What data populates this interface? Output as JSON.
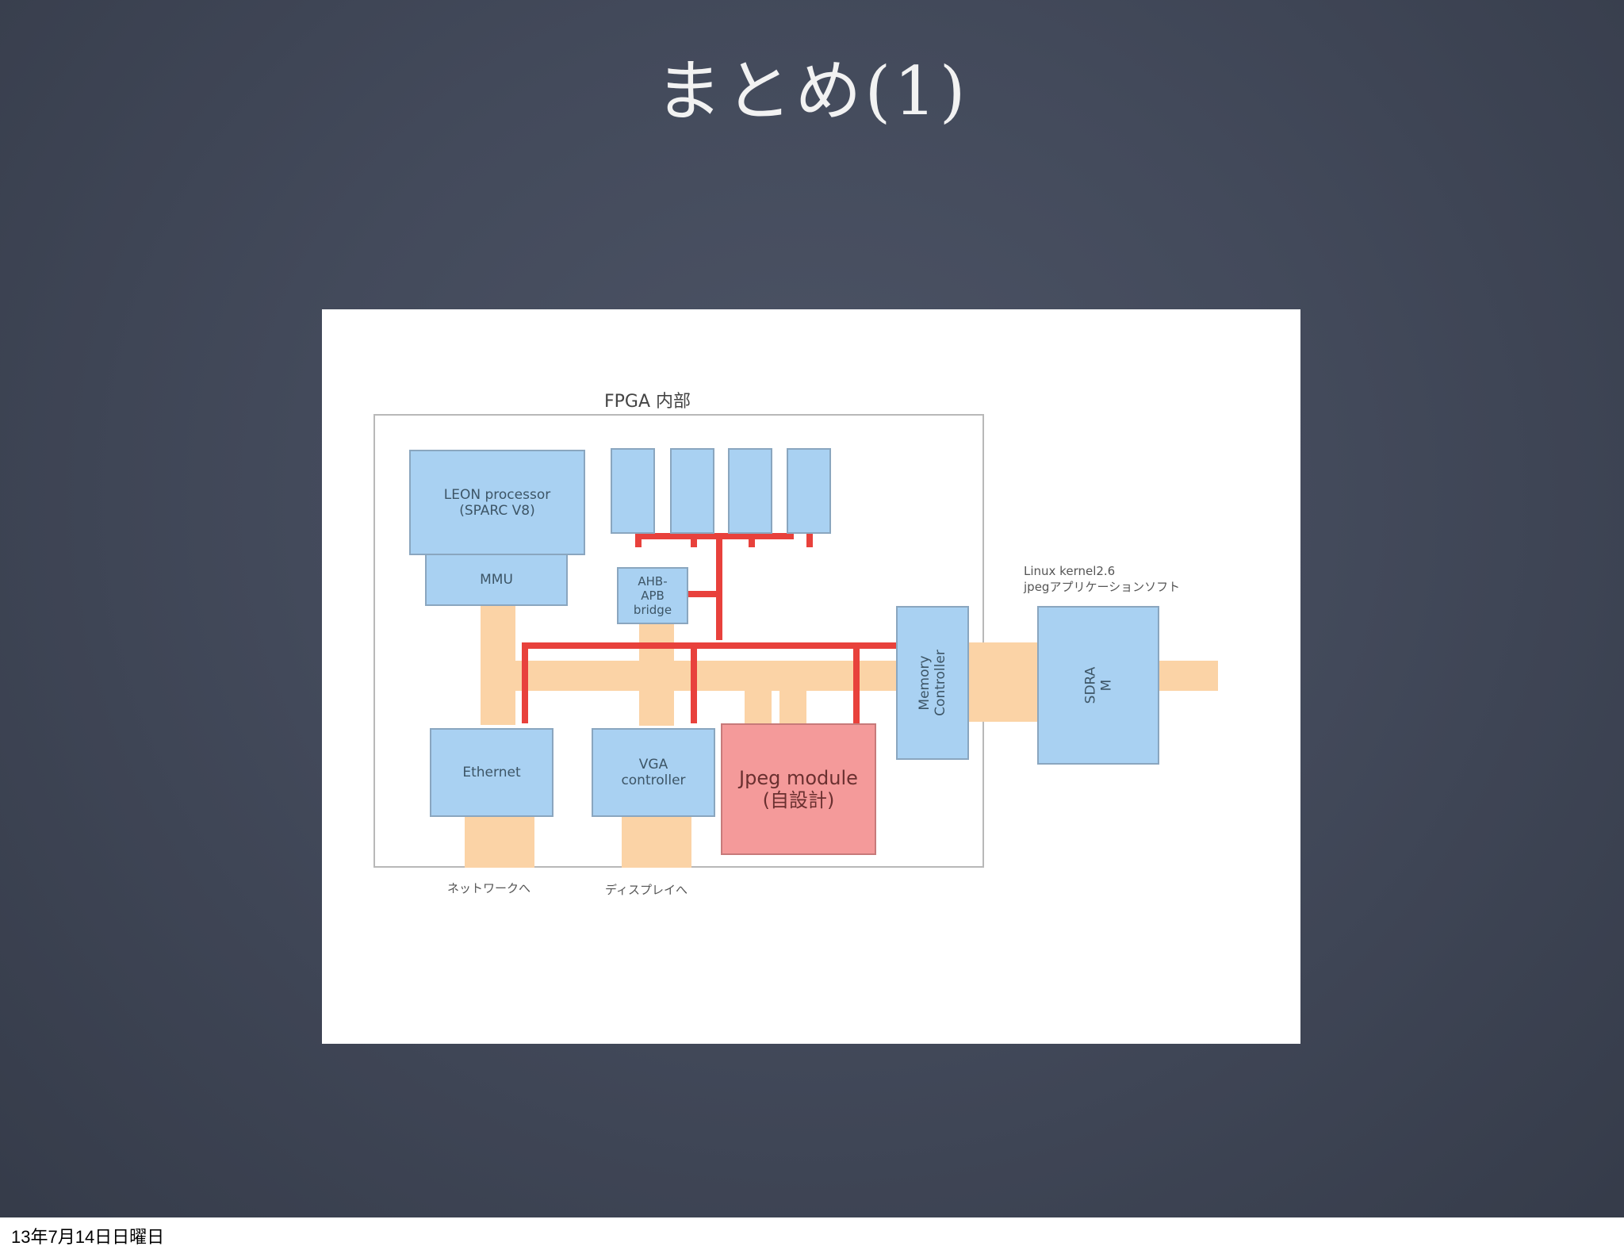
{
  "slide": {
    "title": "まとめ(1)",
    "footer_date": "13年7月14日日曜日"
  },
  "diagram": {
    "fpga_label": "FPGA 内部",
    "leon": "LEON processor\n(SPARC V8)",
    "mmu": "MMU",
    "ahb_apb": "AHB-\nAPB\nbridge",
    "memory_controller": "Memory\nController",
    "sdram": "SDRA\nM",
    "ethernet": "Ethernet",
    "vga": "VGA\ncontroller",
    "jpeg": "Jpeg module\n(自設計)",
    "linux_note": "Linux kernel2.6\njpegアプリケーションソフト",
    "network_label": "ネットワークへ",
    "display_label": "ディスプレイへ",
    "peripherals_count": 4
  },
  "colors": {
    "block_blue": "#a9d1f2",
    "jpeg_red": "#f49a9a",
    "bus_red": "#e8413c",
    "bus_orange": "#fbd3a6"
  }
}
